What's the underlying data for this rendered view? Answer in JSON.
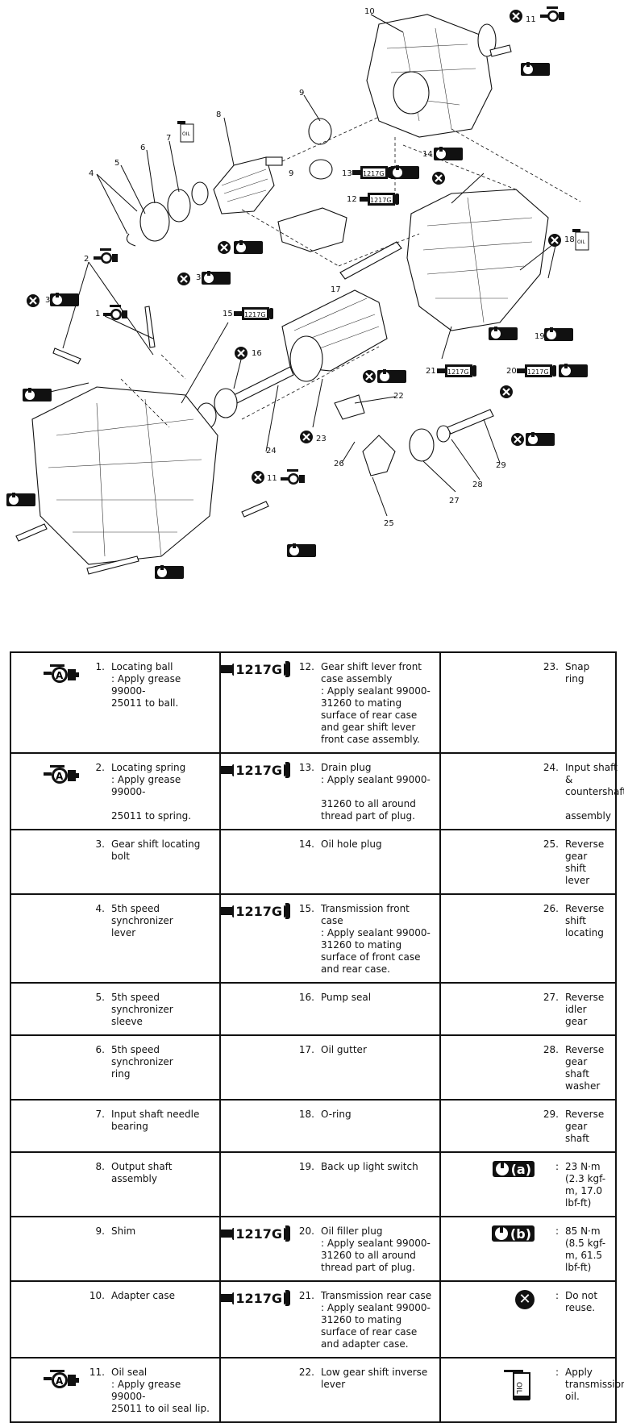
{
  "diagram": {
    "callouts": [
      "1",
      "2",
      "3",
      "3",
      "4",
      "5",
      "6",
      "7",
      "8",
      "9",
      "9",
      "10",
      "11",
      "11",
      "12",
      "13",
      "14",
      "15",
      "16",
      "17",
      "18",
      "19",
      "20",
      "21",
      "22",
      "23",
      "24",
      "25",
      "26",
      "27",
      "28",
      "29"
    ],
    "sealant_label": "1217G",
    "torque_a": "(a)",
    "torque_b": "(b)",
    "oil_label": "OIL",
    "grease_label": "A"
  },
  "legend": {
    "rows": [
      [
        {
          "icon": "grease",
          "num": "1.",
          "text": "Locating ball\n: Apply grease 99000-\n25011 to ball."
        },
        {
          "icon": "sealant",
          "num": "12.",
          "text": "Gear shift lever front\ncase assembly\n: Apply sealant 99000-\n31260 to mating\nsurface of rear case\nand gear shift lever\nfront case assembly."
        },
        {
          "icon": "",
          "num": "23.",
          "text": "Snap ring"
        }
      ],
      [
        {
          "icon": "grease",
          "num": "2.",
          "text": "Locating spring\n: Apply grease 99000-\n\n25011 to spring."
        },
        {
          "icon": "sealant",
          "num": "13.",
          "text": "Drain plug\n: Apply sealant 99000-\n\n31260 to all around\nthread part of plug."
        },
        {
          "icon": "",
          "num": "24.",
          "text": "Input shaft &\ncountershaft\n\nassembly"
        }
      ],
      [
        {
          "icon": "",
          "num": "3.",
          "text": "Gear shift locating bolt"
        },
        {
          "icon": "",
          "num": "14.",
          "text": "Oil hole plug"
        },
        {
          "icon": "",
          "num": "25.",
          "text": "Reverse gear\nshift lever"
        }
      ],
      [
        {
          "icon": "",
          "num": "4.",
          "text": "5th speed synchronizer\nlever"
        },
        {
          "icon": "sealant",
          "num": "15.",
          "text": "Transmission front\ncase\n: Apply sealant 99000-\n31260 to mating\nsurface of front case\nand rear case."
        },
        {
          "icon": "",
          "num": "26.",
          "text": "Reverse shift\nlocating"
        }
      ],
      [
        {
          "icon": "",
          "num": "5.",
          "text": "5th speed synchronizer\nsleeve"
        },
        {
          "icon": "",
          "num": "16.",
          "text": "Pump seal"
        },
        {
          "icon": "",
          "num": "27.",
          "text": "Reverse idler\ngear"
        }
      ],
      [
        {
          "icon": "",
          "num": "6.",
          "text": "5th speed synchronizer\nring"
        },
        {
          "icon": "",
          "num": "17.",
          "text": "Oil gutter"
        },
        {
          "icon": "",
          "num": "28.",
          "text": "Reverse gear\nshaft washer"
        }
      ],
      [
        {
          "icon": "",
          "num": "7.",
          "text": "Input shaft needle\nbearing"
        },
        {
          "icon": "",
          "num": "18.",
          "text": "O-ring"
        },
        {
          "icon": "",
          "num": "29.",
          "text": "Reverse gear\nshaft"
        }
      ],
      [
        {
          "icon": "",
          "num": "8.",
          "text": "Output shaft assembly"
        },
        {
          "icon": "",
          "num": "19.",
          "text": "Back up light switch"
        },
        {
          "icon": "torque-a",
          "num": ":",
          "text": "23 N·m (2.3 kgf-\nm, 17.0 lbf-ft)"
        }
      ],
      [
        {
          "icon": "",
          "num": "9.",
          "text": "Shim"
        },
        {
          "icon": "sealant",
          "num": "20.",
          "text": "Oil filler plug\n: Apply sealant 99000-\n31260 to all around\nthread part of plug."
        },
        {
          "icon": "torque-b",
          "num": ":",
          "text": "85 N·m (8.5 kgf-\nm, 61.5 lbf-ft)"
        }
      ],
      [
        {
          "icon": "",
          "num": "10.",
          "text": "Adapter case"
        },
        {
          "icon": "sealant",
          "num": "21.",
          "text": "Transmission rear case\n: Apply sealant 99000-\n31260 to mating\nsurface of rear case\nand adapter case."
        },
        {
          "icon": "noreuse",
          "num": ":",
          "text": "Do not reuse."
        }
      ],
      [
        {
          "icon": "grease",
          "num": "11.",
          "text": "Oil seal\n: Apply grease 99000-\n25011 to oil seal lip."
        },
        {
          "icon": "",
          "num": "22.",
          "text": "Low gear shift inverse\nlever"
        },
        {
          "icon": "oil",
          "num": ":",
          "text": "Apply\ntransmission oil."
        }
      ]
    ]
  }
}
